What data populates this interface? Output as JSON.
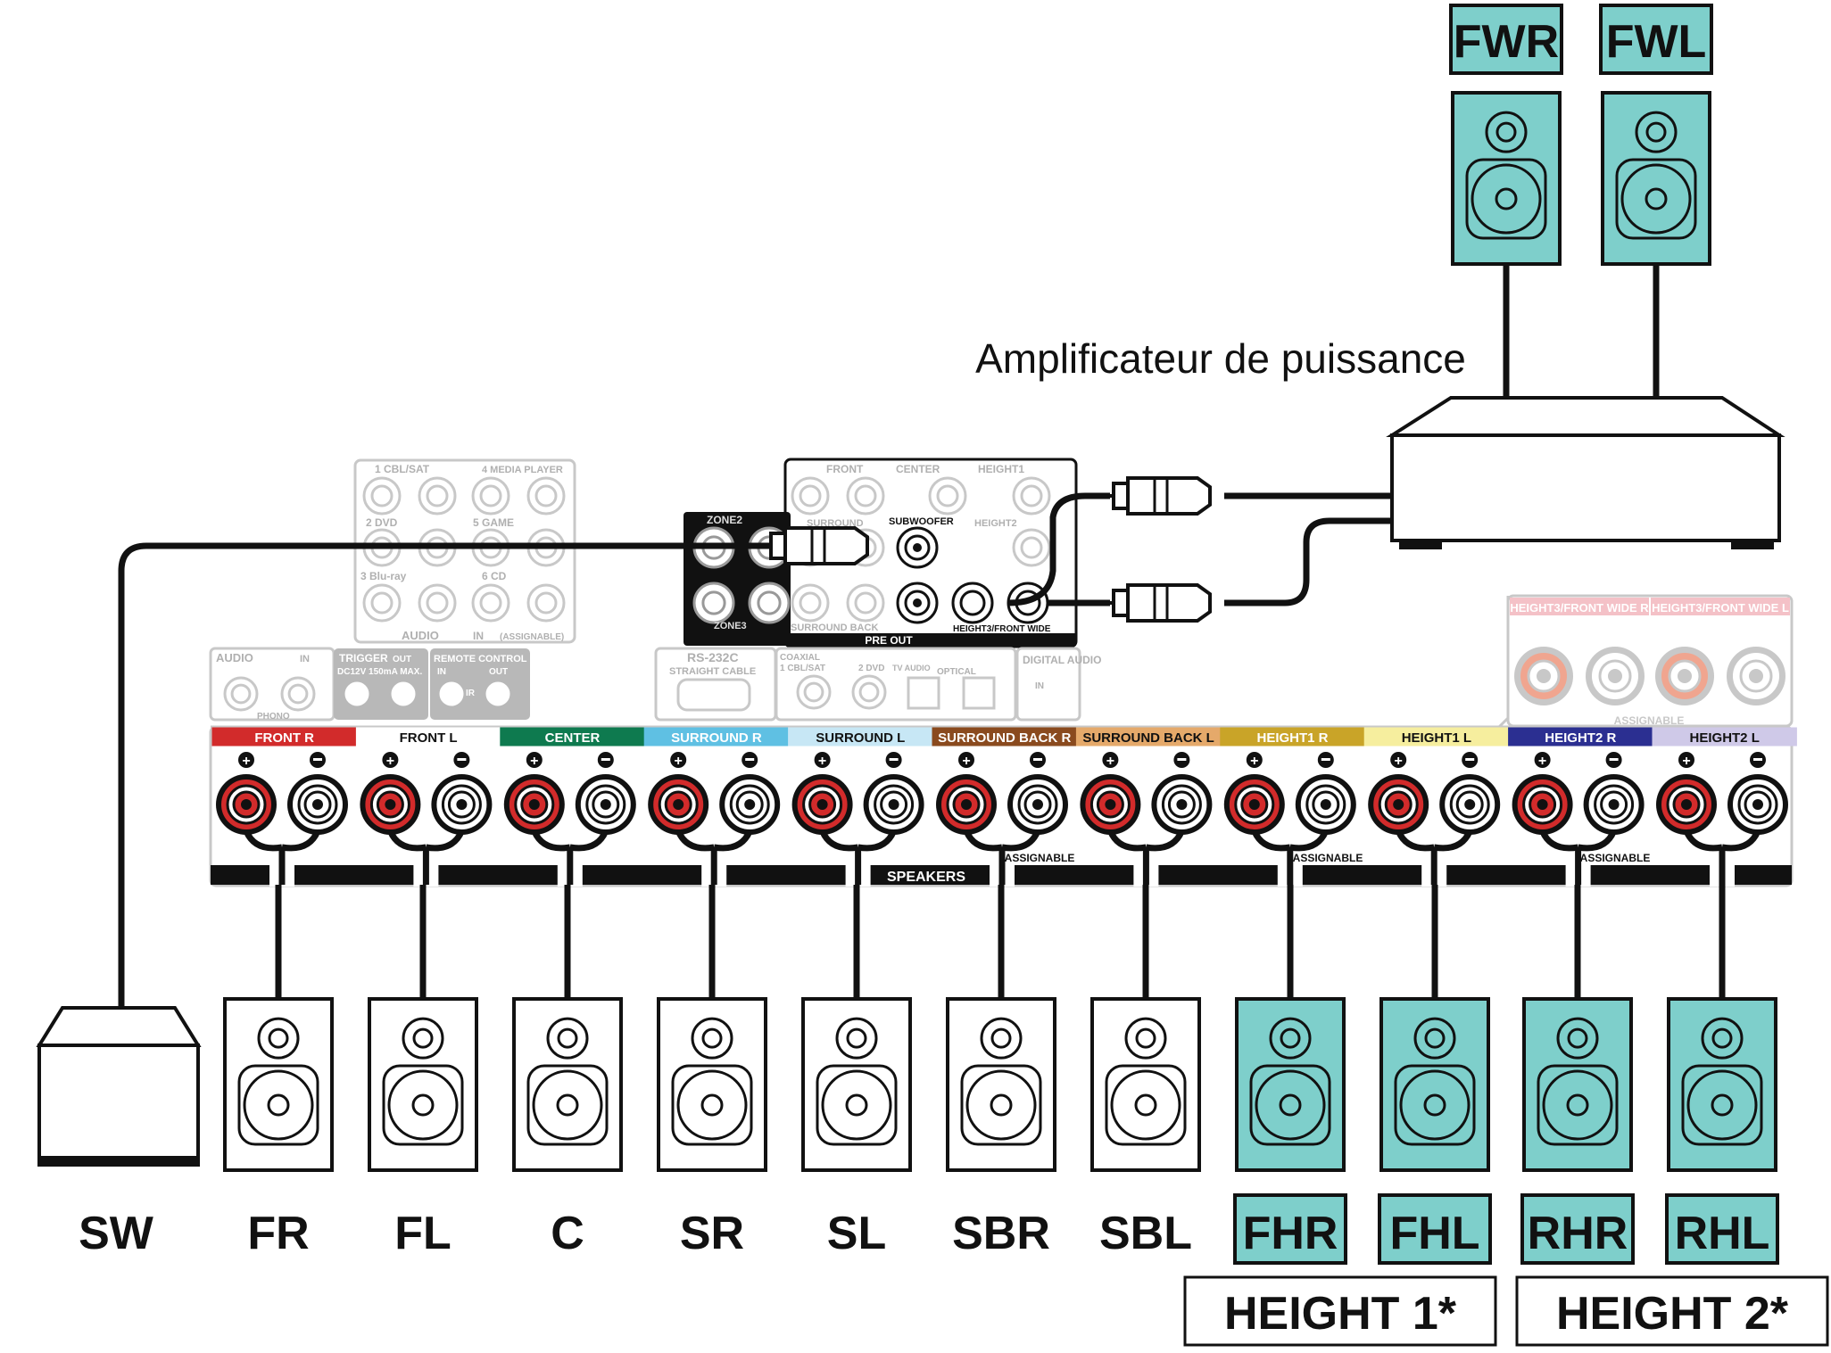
{
  "amp_label": "Amplificateur de puissance",
  "top_speakers": [
    "FWR",
    "FWL"
  ],
  "speaker_labels": [
    "SW",
    "FR",
    "FL",
    "C",
    "SR",
    "SL",
    "SBR",
    "SBL",
    "FHR",
    "FHL",
    "RHR",
    "RHL"
  ],
  "height_groups": [
    "HEIGHT 1*",
    "HEIGHT 2*"
  ],
  "terminal_labels": [
    "FRONT R",
    "FRONT L",
    "CENTER",
    "SURROUND R",
    "SURROUND L",
    "SURROUND BACK R",
    "SURROUND BACK L",
    "HEIGHT1 R",
    "HEIGHT1 L",
    "HEIGHT2 R",
    "HEIGHT2 L"
  ],
  "terminal_colors": [
    "#d22b2b",
    "#ffffff",
    "#0e7a4f",
    "#5fc0e3",
    "#c7e7f5",
    "#8a4a1e",
    "#e5a96a",
    "#c9a428",
    "#f6ee9e",
    "#2b2f91",
    "#cfc9e8"
  ],
  "speakers_caption": "SPEAKERS",
  "assignable": "ASSIGNABLE",
  "height3_labels": [
    "HEIGHT3/FRONT WIDE R",
    "HEIGHT3/FRONT WIDE L"
  ],
  "preout": {
    "zone2": "ZONE2",
    "zone3": "ZONE3",
    "front": "FRONT",
    "center": "CENTER",
    "height1": "HEIGHT1",
    "height2": "HEIGHT2",
    "surround": "SURROUND",
    "surround_back": "SURROUND BACK",
    "subwoofer": "SUBWOOFER",
    "height3": "HEIGHT3/FRONT WIDE",
    "pre_out": "PRE OUT"
  },
  "audio_in": {
    "cbl_sat": "1 CBL/SAT",
    "media_player": "4 MEDIA PLAYER",
    "dvd": "2 DVD",
    "game": "5 GAME",
    "bluray": "3 Blu-ray",
    "cd": "6 CD",
    "audio": "AUDIO",
    "in": "IN",
    "assignable": "(ASSIGNABLE)"
  },
  "misc": {
    "phono_audio": "AUDIO",
    "phono": "PHONO",
    "trigger": "TRIGGER",
    "trigger_spec": "DC12V 150mA MAX.",
    "remote": "REMOTE CONTROL",
    "rs232c": "RS-232C",
    "straight": "STRAIGHT CABLE",
    "coaxial": "COAXIAL",
    "coax_cbl": "1 CBL/SAT",
    "coax_dvd": "2 DVD",
    "tv_audio": "TV AUDIO",
    "optical": "OPTICAL",
    "digital_audio": "DIGITAL AUDIO",
    "out": "OUT",
    "in": "IN",
    "ir": "IR"
  },
  "colors": {
    "teal": "#7ecfcb",
    "red_terminal": "#d22b2b",
    "gray": "#c8c8c8",
    "black": "#111111"
  }
}
